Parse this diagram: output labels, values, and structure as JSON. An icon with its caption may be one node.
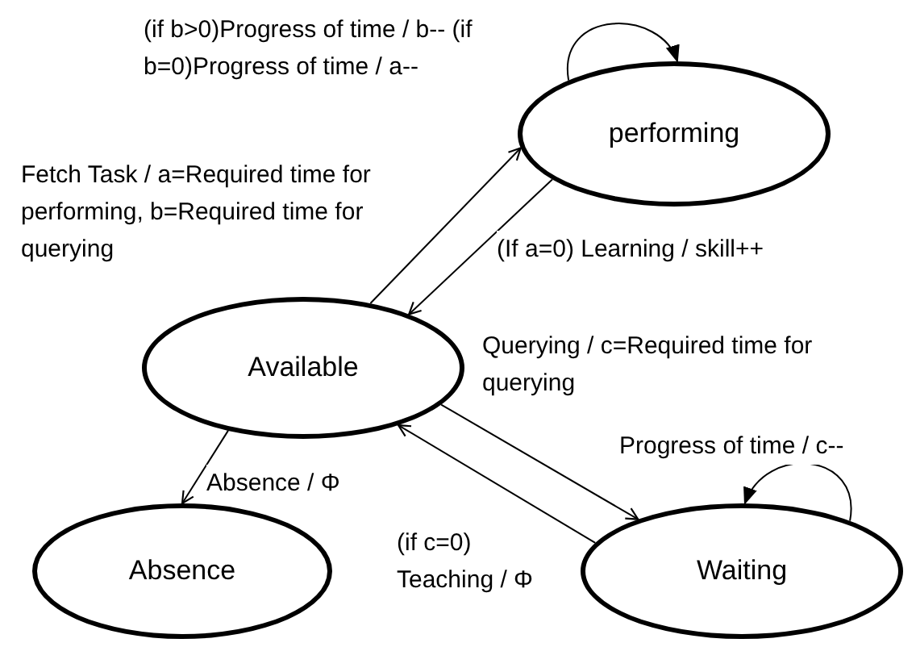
{
  "diagram": {
    "nodes": [
      {
        "text": [
          "performing"
        ]
      },
      {
        "text": [
          "Available"
        ]
      },
      {
        "text": [
          "Absence"
        ]
      },
      {
        "text": [
          "Waiting"
        ]
      }
    ],
    "edges": [
      {
        "from": 0,
        "to": 0,
        "arrow": "to",
        "label": "(if b>0)Progress of time / b-- (if b=0)Progress of time / a--"
      },
      {
        "from": 1,
        "to": 0,
        "arrow": "to",
        "label": "Fetch Task / a=Required time for performing, b=Required time for querying"
      },
      {
        "from": 0,
        "to": 1,
        "arrow": "to",
        "label": "(If a=0) Learning / skill++"
      },
      {
        "from": 1,
        "to": 3,
        "arrow": "to",
        "label": "Querying / c=Required time for querying"
      },
      {
        "from": 3,
        "to": 1,
        "arrow": "to",
        "label": "(if c=0) Teaching / Φ"
      },
      {
        "from": 1,
        "to": 2,
        "arrow": "to",
        "label": "Absence / Φ"
      },
      {
        "from": 3,
        "to": 3,
        "arrow": "to",
        "label": "Progress of time / c--"
      }
    ]
  }
}
